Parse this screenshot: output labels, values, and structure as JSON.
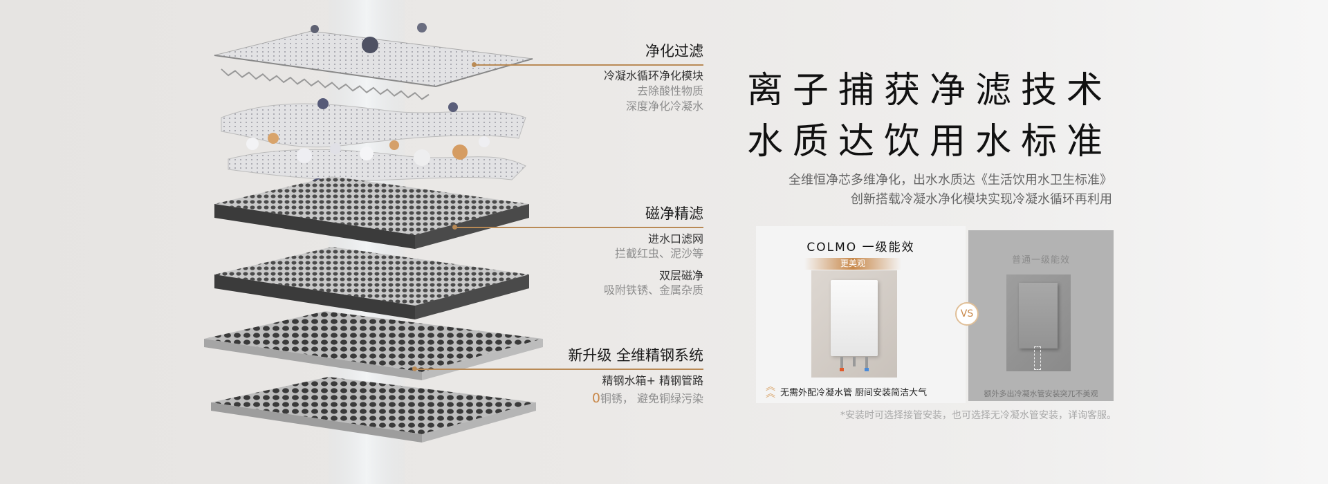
{
  "features": [
    {
      "title": "净化过滤",
      "lines": [
        {
          "text": "冷凝水循环净化模块",
          "tone": "dark"
        },
        {
          "text": "去除酸性物质",
          "tone": "light"
        },
        {
          "text": "深度净化冷凝水",
          "tone": "light"
        }
      ]
    },
    {
      "title": "磁净精滤",
      "lines": [
        {
          "text": "进水口滤网",
          "tone": "dark"
        },
        {
          "text": "拦截红虫、泥沙等",
          "tone": "light"
        },
        {
          "text": "双层磁净",
          "tone": "dark"
        },
        {
          "text": "吸附铁锈、金属杂质",
          "tone": "light"
        }
      ]
    },
    {
      "title": "新升级 全维精钢系统",
      "lines": [
        {
          "text": "精钢水箱+ 精钢管路",
          "tone": "dark"
        },
        {
          "highlight": "0",
          "text": "铜锈， 避免铜绿污染",
          "tone": "light"
        }
      ]
    }
  ],
  "headline": {
    "line1": "离子捕获净滤技术",
    "line2": "水质达饮用水标准"
  },
  "description": {
    "line1": "全维恒净芯多维净化，出水水质达《生活饮用水卫生标准》",
    "line2": "创新搭载冷凝水净化模块实现冷凝水循环再利用"
  },
  "comparison": {
    "left": {
      "title": "COLMO 一级能效",
      "badge": "更美观",
      "caption": "无需外配冷凝水管 厨间安装简洁大气"
    },
    "vs": "VS",
    "right": {
      "title": "普通一级能效",
      "caption": "额外多出冷凝水管安装突兀不美观"
    }
  },
  "footnote": "*安装时可选择接管安装，也可选择无冷凝水管安装，详询客服。",
  "colors": {
    "accent": "#b98a55",
    "highlight": "#c8884a"
  }
}
